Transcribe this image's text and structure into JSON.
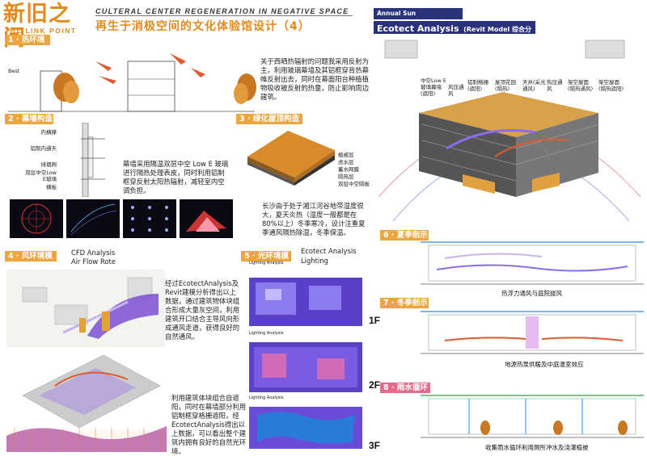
{
  "header": {
    "title": "新旧之间",
    "subtitle": "THE LINK POINT",
    "en_title": "CULTERAL CENTER REGENERATION IN NEGATIVE SPACE",
    "cn_title": "再生于消极空间的文化体验馆设计（4）"
  },
  "sections": {
    "s1": "1 · 热环境",
    "s2": "2 · 幕墙构造",
    "s3": "3 · 绿化屋顶构造",
    "s4": "4 · 风环境模拟",
    "s5": "5 · 光环境模拟",
    "s6": "6 · 夏季剖示",
    "s7": "7 · 冬季剖示",
    "s8": "8 · 雨水循环"
  },
  "texts": {
    "heat": "关于西晒热辐射的问题我采用反射为主，利用玻璃幕墙及其铝框穿背热幕帷反射出去，同时在幕面阳台种植植物吸收被反射的热量，防止影响周边建筑。",
    "curtain": "幕墙采用隔温双层中空 Low E 玻璃进行隔热处理表皮，同时利用铝制框穿反射太阳热辐射，减轻室内空调负担。",
    "climate": "长沙由于处于湘江河谷地带湿度很大，夏天炎热（湿度一般都是在80%以上）冬季寒冷，设计注重夏季通风隔热除湿，冬季保温。",
    "wind": "经过EcotectAnalysis及Revit建模分析得出以上数据，通过建筑物体块组合形成大量灰空间，利用建筑开口结合主导风向形成通风走道，获得良好的自然通风。",
    "light": "利用建筑体块组合自遮阳，同时在幕墙部分利用铝制框穿格栅遮阳，经EcotectAnalysis得出以上数据，可以看出整个建筑内拥有良好的自然光环境。"
  },
  "labels": {
    "best": "Best",
    "curtain_items": [
      "内横撑",
      "铝制内通天",
      "排烟网",
      "双层中空Low E玻璃",
      "横板"
    ],
    "roof_layers": [
      "植被层",
      "虑水层",
      "蓄水网膜",
      "隔热层",
      "双层中空隔板"
    ],
    "cfd_title": "CFD Analysis",
    "cfd_sub": "Air Flow Rote",
    "light_title": "Ecotect Analysis",
    "light_sub": "Lighting",
    "floors": [
      "1F",
      "2F",
      "3F"
    ],
    "la_caption": "Lighting Analysis",
    "sun_banner": "Annual Sun Path/Shadowes",
    "ecotect_banner": "Ecotect Analysis",
    "ecotect_banner_sub": "(Revit Model 综合分析图)",
    "sun_items": [
      "中空Low E玻璃幕墙(遮阳)",
      "风压通风",
      "铝制格栅(遮阳)",
      "屋顶花园(隔热)",
      "天井(采光通风)",
      "热压通风",
      "架空屋面(隔热通风)",
      "架空屋面(隔热遮阳)"
    ],
    "summer_cap": "热浮力通风与庭院拔风",
    "winter_cap": "地源热泵供暖及中庭温室效应",
    "rain_cap": "收集雨水循环利用厕所冲水及浇灌植被"
  },
  "colors": {
    "orange": "#e38a1d",
    "section_bg": "#eea53c",
    "banner": "#29327a"
  }
}
